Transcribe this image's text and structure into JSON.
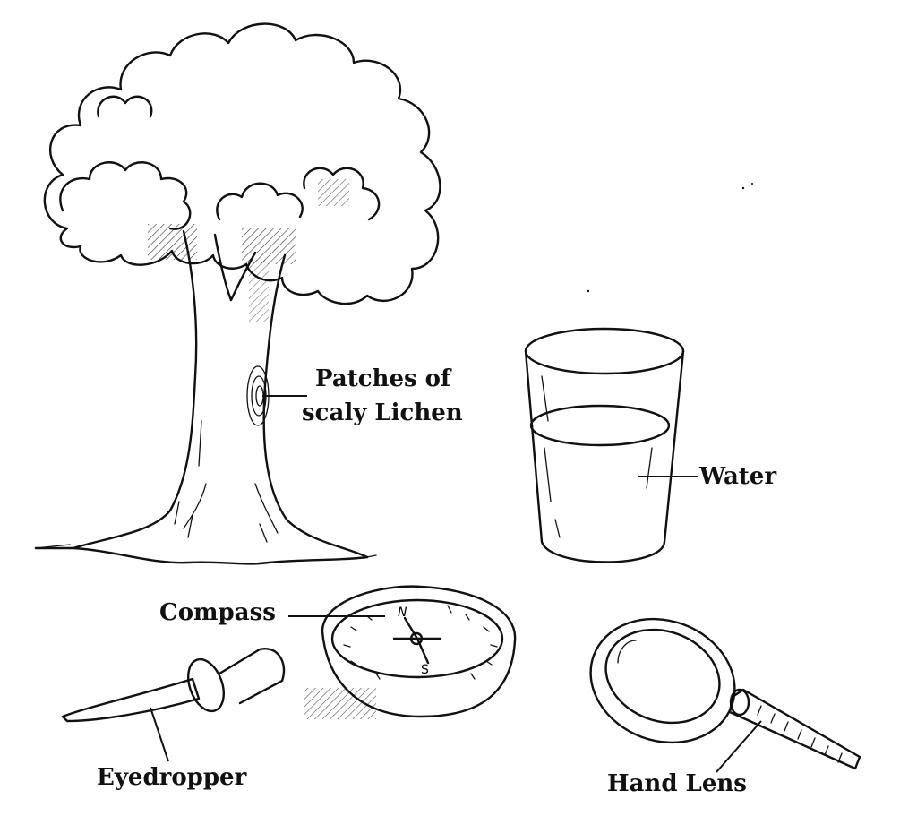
{
  "labels": {
    "lichen_line1": "Patches of",
    "lichen_line2": "scaly Lichen",
    "water": "Water",
    "compass": "Compass",
    "eyedropper": "Eyedropper",
    "hand_lens": "Hand Lens"
  },
  "compass_dial": {
    "north": "N",
    "south": "S"
  },
  "colors": {
    "ink": "#111111",
    "background": "#ffffff"
  }
}
